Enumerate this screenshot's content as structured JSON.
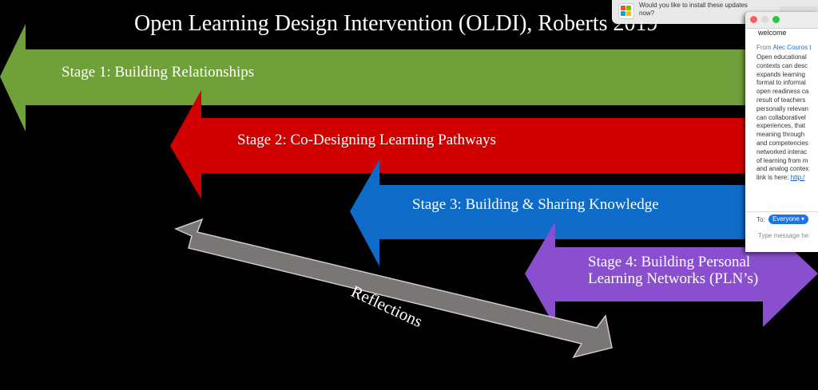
{
  "slide": {
    "title": "Open Learning Design Intervention (OLDI), Roberts 2019",
    "stages": [
      {
        "label": "Stage 1: Building Relationships",
        "color": "#70a03a"
      },
      {
        "label": "Stage 2: Co-Designing Learning Pathways",
        "color": "#d10000"
      },
      {
        "label": "Stage 3: Building & Sharing Knowledge",
        "color": "#0f6bc8"
      },
      {
        "label": "Stage 4: Building Personal Learning Networks (PLN’s)",
        "color": "#8a4fce"
      }
    ],
    "reflections": {
      "label": "Reflections",
      "color": "#7a7676"
    }
  },
  "notification": {
    "message": "Would you like to install these updates now?"
  },
  "chat": {
    "window_title": "welcome",
    "from_prefix": "From",
    "sender": "Alec Couros t",
    "message_lines": [
      "Open educational",
      "contexts can desc",
      "expands learning",
      "formal to informal",
      "open readiness ca",
      "result of  teachers",
      "personally relevan",
      "can collaborativel",
      "experiences, that",
      "meaning through",
      "and competencies",
      "networked interac",
      "of learning from m",
      "and analog contex"
    ],
    "link_prefix": "link is here: ",
    "link_text": "http:/",
    "to_label": "To:",
    "recipient": "Everyone ▾",
    "input_placeholder": "Type message he"
  }
}
